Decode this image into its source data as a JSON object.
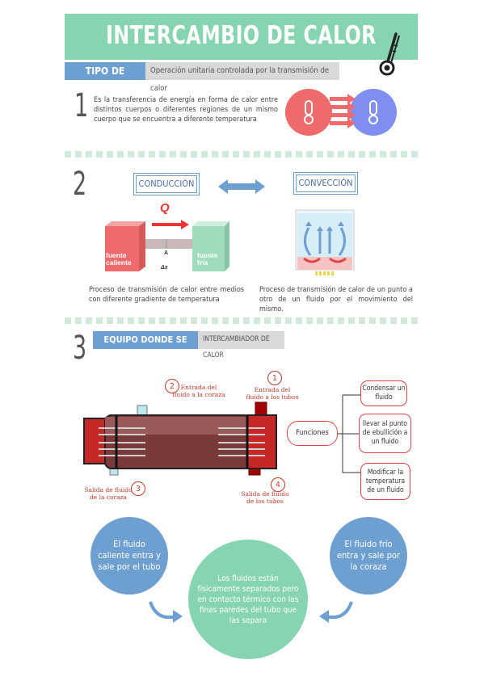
{
  "header": {
    "title": "INTERCAMBIO DE CALOR",
    "icon": "thermometer-icon"
  },
  "tipo": {
    "tag": "TIPO DE OPERACIÓN",
    "desc": "Operación unitaria controlada por la transmisión de calor"
  },
  "section1": {
    "number": "1",
    "text": "Es la transferencia de energía en forma de calor entre distintos cuerpos o diferentes regiones de un mismo cuerpo que se encuentra a diferente temperatura"
  },
  "section2": {
    "number": "2",
    "conduccion": {
      "label": "CONDUCCIÓN",
      "q": "Q",
      "a": "A",
      "dx": "Δx",
      "hot": "fuente caliente",
      "cold": "fuente fría",
      "desc": "Proceso de transmisión de calor entre medios con diferente gradiente de temperatura"
    },
    "conveccion": {
      "label": "CONVECCIÓN",
      "desc": "Proceso de transmisión de calor de un punto a otro de un fluido por el movimiento del mismo."
    }
  },
  "section3": {
    "number": "3",
    "tag": "EQUIPO DONDE SE REALIZA",
    "equipo": "INTERCAMBIADOR DE CALOR",
    "labels": {
      "n1": "1",
      "l1": "Entrada del fluido a los tubos",
      "n2": "2",
      "l2": "Entrada del fluido a la coraza",
      "n3": "3",
      "l3": "Salida de fluido de la coraza",
      "n4": "4",
      "l4": "Salida de fluido de los tubos"
    },
    "funciones": {
      "label": "Funciones",
      "items": [
        "Condensar un fluido",
        "llevar al punto de ebullición a un fluido",
        "Modificar la temperatura de un fluido"
      ]
    }
  },
  "circles": {
    "left": "El fluido caliente entra y sale por el tubo",
    "center": "Los fluidos están físicamente separados pero en contacto térmico con las finas paredes del tubo que las separa",
    "right": "El fluido frío entra y sale por la coraza"
  },
  "colors": {
    "green": "#87d4b1",
    "blue": "#6e9fd1",
    "red": "#e06666",
    "purple": "#7f8ef0"
  }
}
